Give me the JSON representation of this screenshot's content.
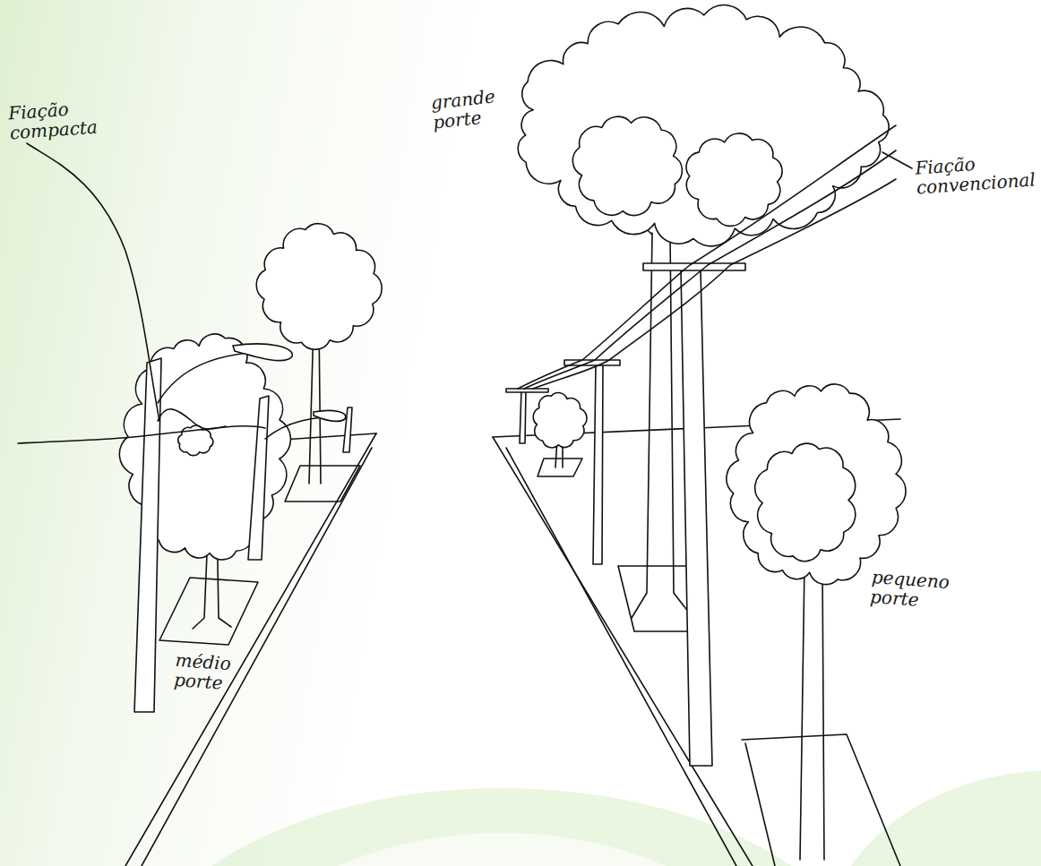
{
  "diagram": {
    "labels": [
      "Fiação compacta",
      "grande porte",
      "Fiação convencional",
      "médio porte",
      "pequeno porte"
    ]
  }
}
